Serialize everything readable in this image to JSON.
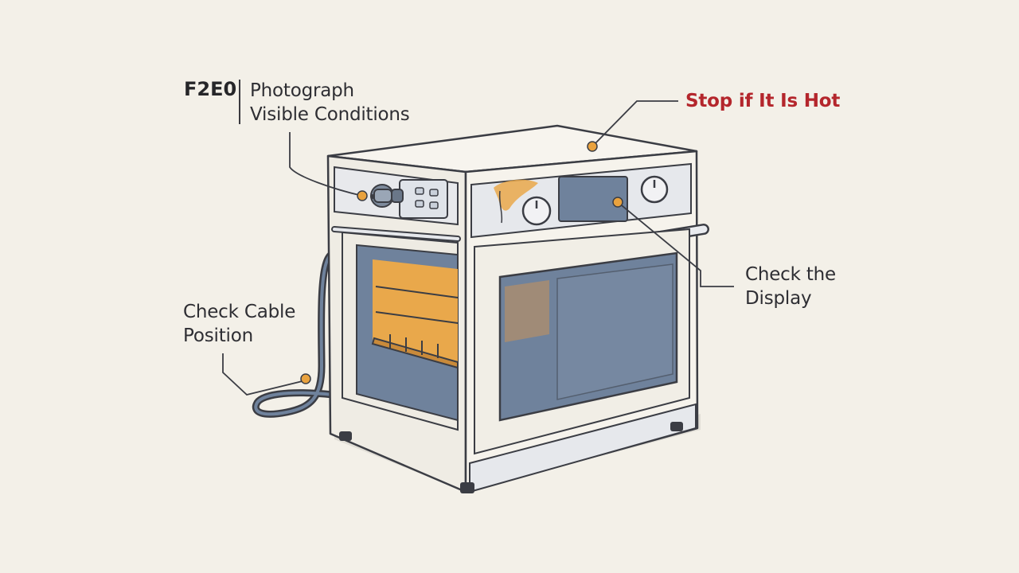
{
  "code_label": "F2E0",
  "labels": {
    "photograph": "Photograph\nVisible Conditions",
    "hot": "Stop if It Is Hot",
    "display": "Check the\nDisplay",
    "cable": "Check Cable\nPosition"
  },
  "colors": {
    "background": "#f3f0e8",
    "outline": "#3b3d44",
    "body": "#f6f3ec",
    "trim": "#e6e8ec",
    "glass": "#6f829c",
    "interior_glow": "#e9a84b",
    "marker": "#e9a23e",
    "hot_text": "#b4262c"
  }
}
